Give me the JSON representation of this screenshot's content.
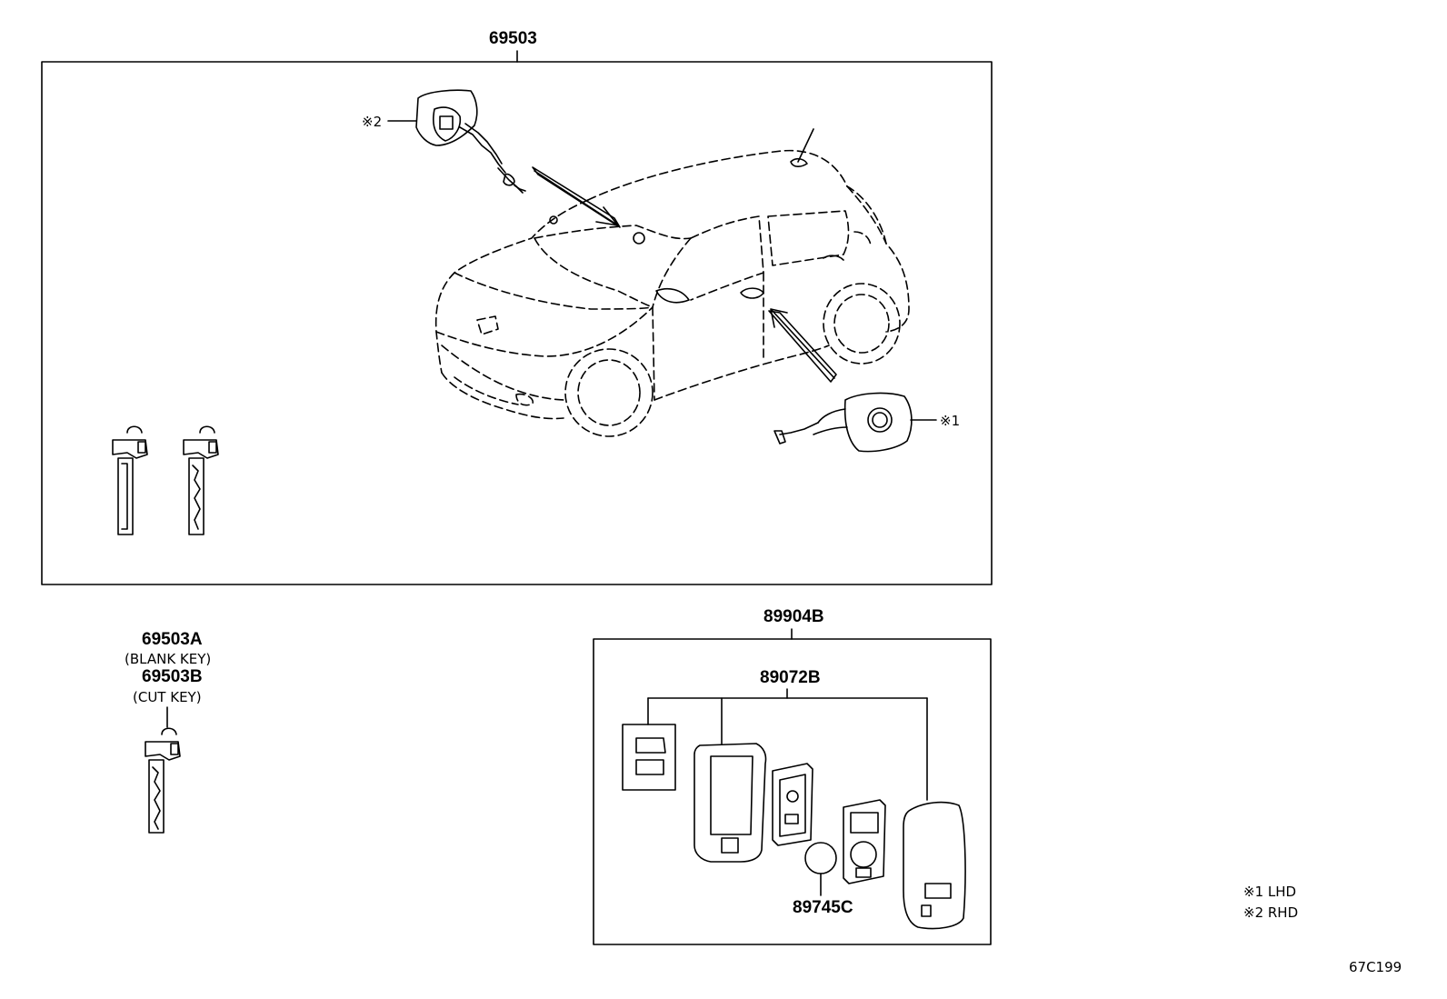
{
  "parts": {
    "p69503": "69503",
    "p69503A": "69503A",
    "p69503A_desc": "(BLANK KEY)",
    "p69503B": "69503B",
    "p69503B_desc": "(CUT KEY)",
    "p89904B": "89904B",
    "p89072B": "89072B",
    "p89745C": "89745C"
  },
  "callouts": {
    "c1": "※1",
    "c2": "※2"
  },
  "legend": {
    "lhd": "※1 LHD",
    "rhd": "※2 RHD"
  },
  "figure_id": "67C199"
}
